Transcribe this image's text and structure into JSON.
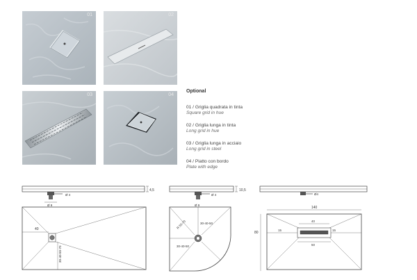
{
  "photos": [
    {
      "number": "01"
    },
    {
      "number": "02"
    },
    {
      "number": "03"
    },
    {
      "number": "04"
    }
  ],
  "optional": {
    "title": "Optional",
    "items": [
      {
        "it": "01 / Griglia quadrata in tinta",
        "en": "Square grid in hue"
      },
      {
        "it": "02 / Griglia lunga in tinta",
        "en": "Long grid in hue"
      },
      {
        "it": "03 / Griglia lunga in acciaio",
        "en": "Long grid in steel"
      },
      {
        "it": "04 / Piatto con bordo",
        "en": "Plate with edge"
      }
    ]
  },
  "drawings": {
    "rect_side": {
      "height": "4,5",
      "drain_pipe": "Ø 4",
      "drain_diameter": "Ø 9"
    },
    "rect_plan": {
      "offset": "40",
      "dims": "30-40-50-70"
    },
    "corner_side": {
      "height": "10,5",
      "drain_pipe": "Ø 4",
      "drain_diameter": "Ø 9"
    },
    "corner_plan": {
      "radius": "R 55-70",
      "dim_vertical": "30-40-50",
      "dim_horizontal": "30-40-50"
    },
    "long_side": {
      "drain_pipe": "Ø4"
    },
    "long_plan": {
      "width": "140",
      "height": "80",
      "grid_top": "40",
      "left": "15",
      "right": "15",
      "grid_bottom": "50"
    }
  }
}
